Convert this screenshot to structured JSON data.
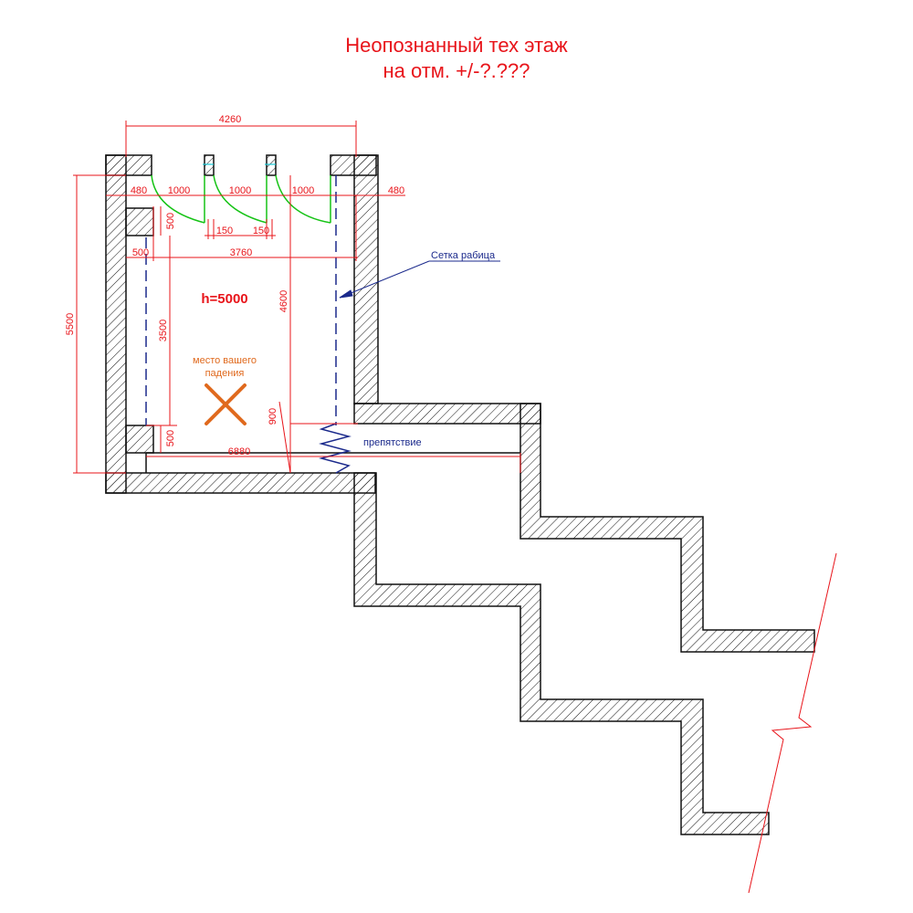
{
  "title": {
    "line1": "Неопознанный тех этаж",
    "line2": "на отм. +/-?.???"
  },
  "colors": {
    "wall": "#111111",
    "dimension": "#e8141a",
    "door": "#16c316",
    "mesh": "#1b2a8c",
    "marker": "#e06a1e"
  },
  "dimensions": {
    "total_width": "4260",
    "left_offset": "480",
    "opening_1": "1000",
    "opening_2": "1000",
    "opening_3": "1000",
    "right_offset": "480",
    "pier_1": "150",
    "pier_2": "150",
    "inner_width": "3760",
    "left_block_top": "500",
    "left_block_bottom": "500",
    "block_width": "500",
    "total_height": "5500",
    "inner_height_left": "3500",
    "inner_height_right": "4600",
    "corridor_width": "900",
    "corridor_length": "6880"
  },
  "labels": {
    "height": "h=5000",
    "fall_place_line1": "место вашего",
    "fall_place_line2": "падения",
    "mesh": "Сетка рабица",
    "obstacle": "препятствие"
  }
}
